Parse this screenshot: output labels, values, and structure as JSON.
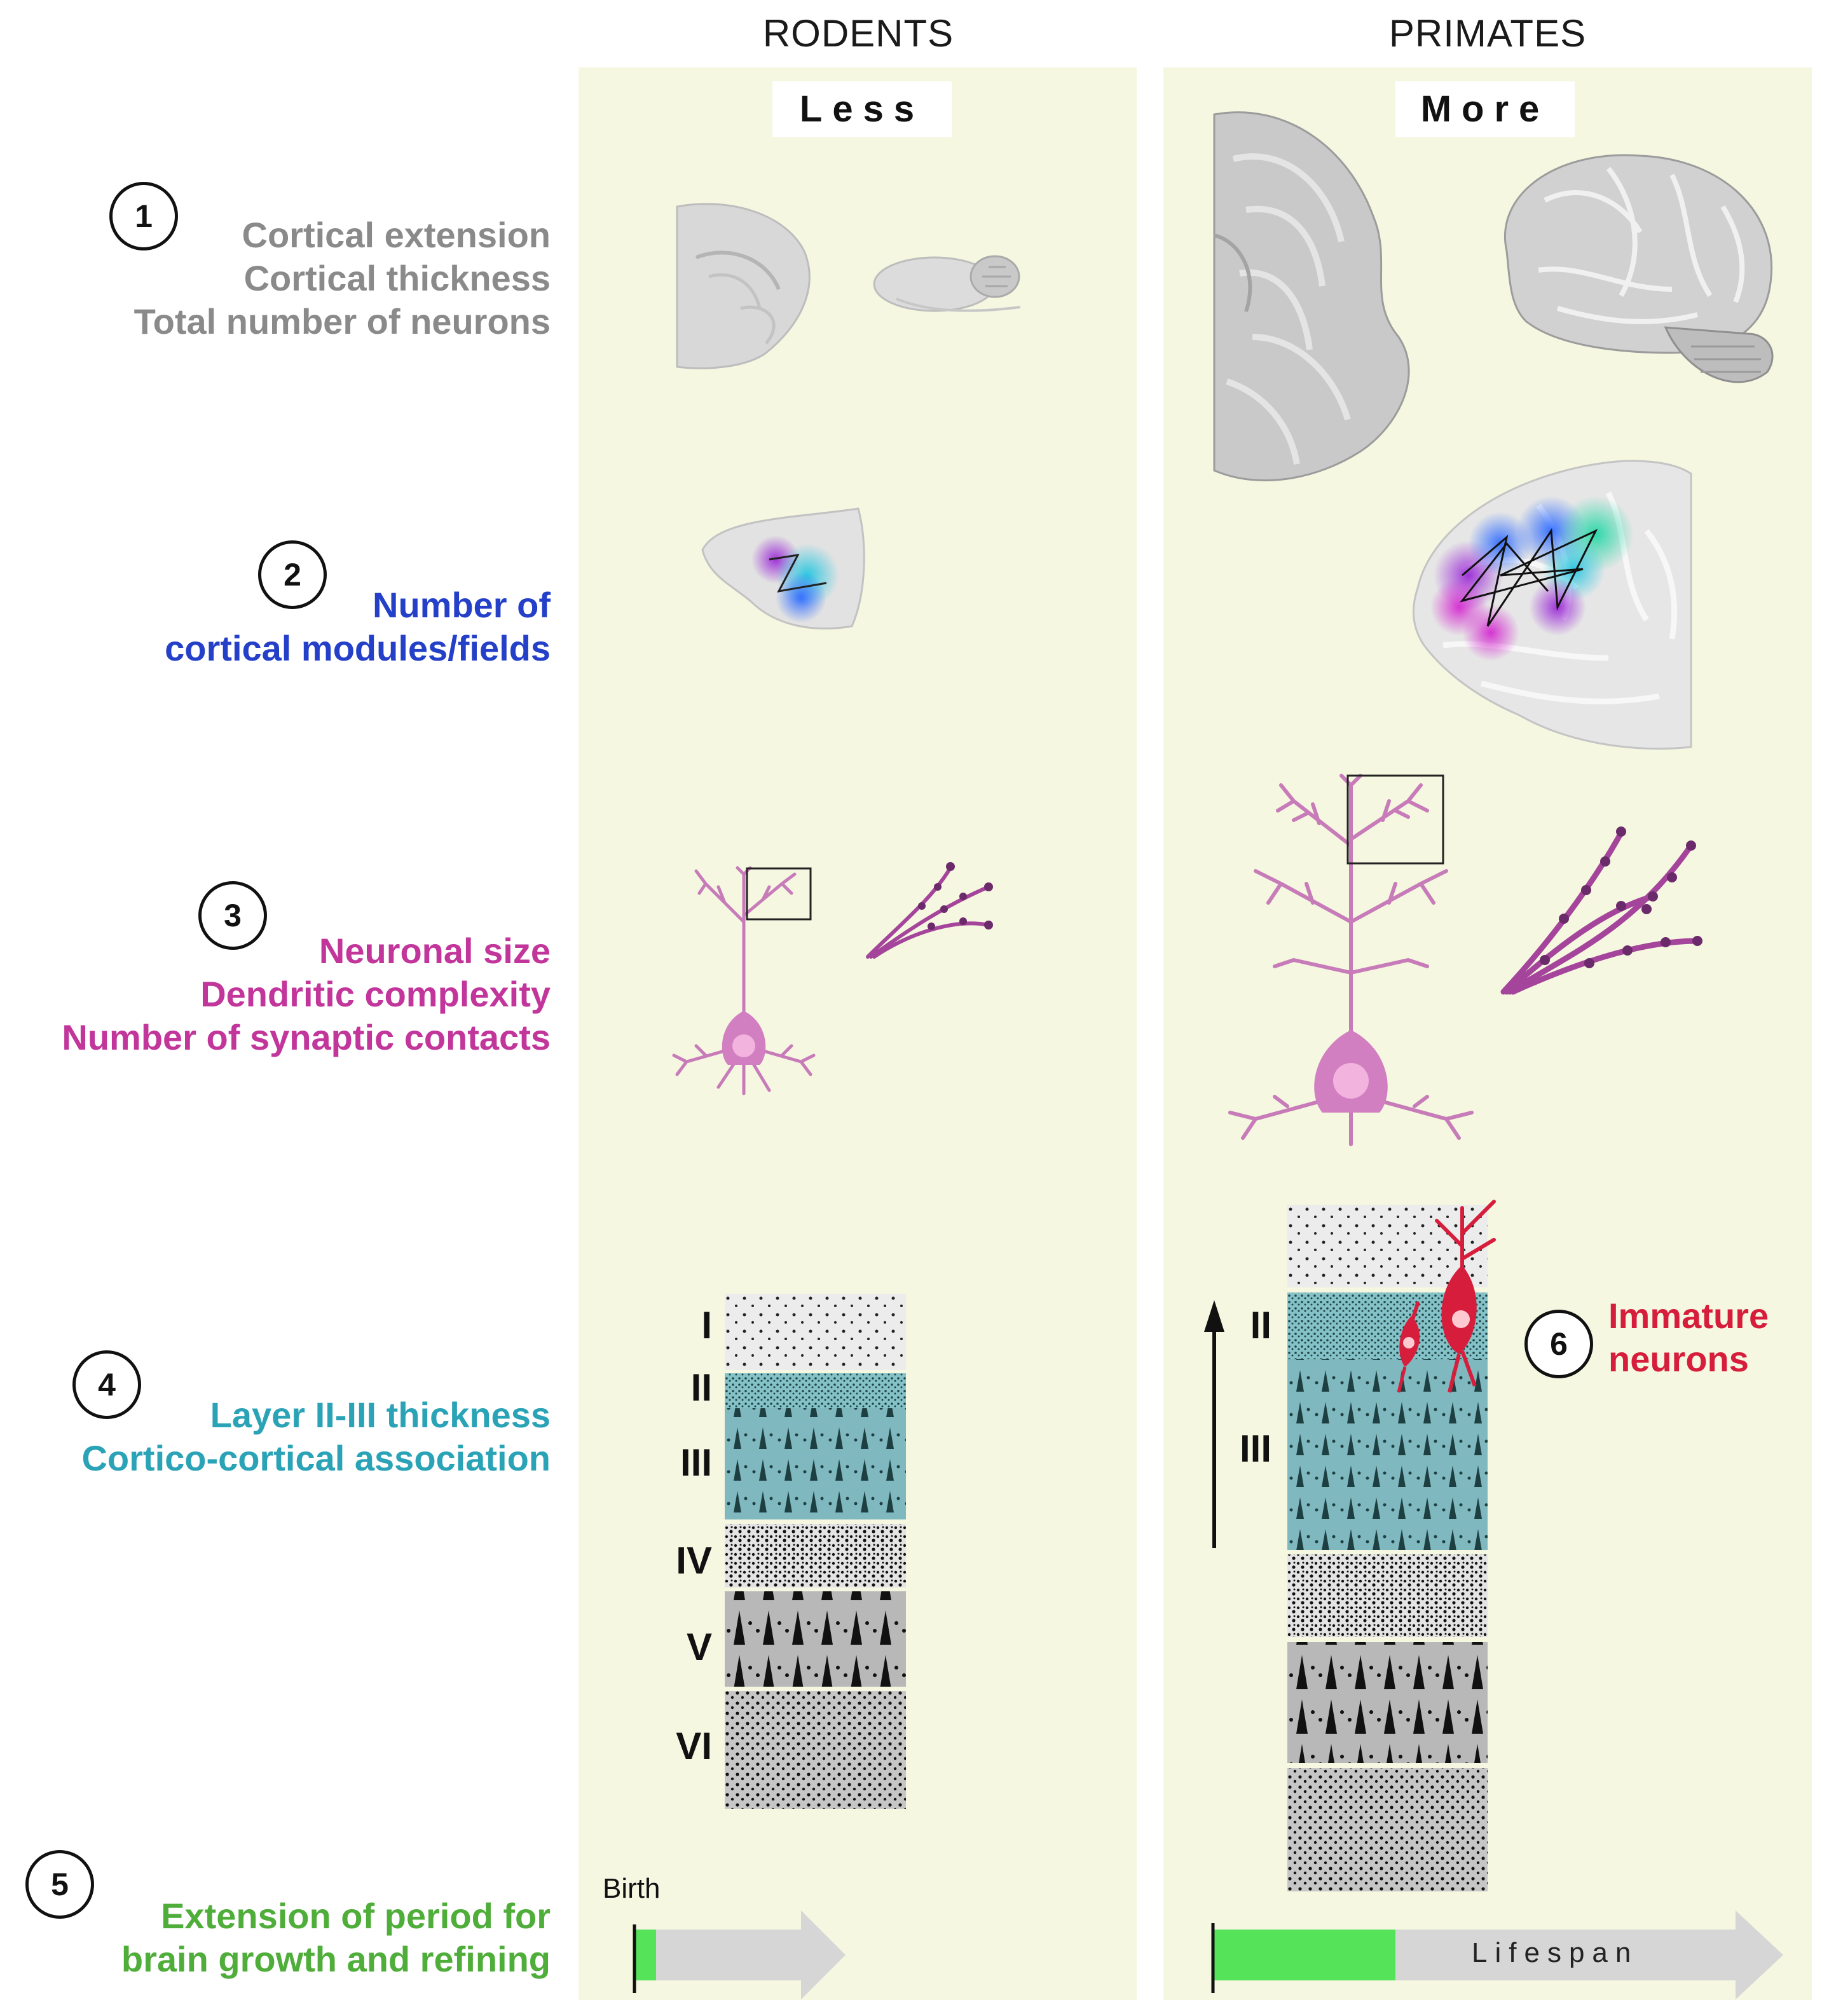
{
  "columns": {
    "rodents": {
      "title": "RODENTS",
      "amount": "Less"
    },
    "primates": {
      "title": "PRIMATES",
      "amount": "More"
    }
  },
  "features": [
    {
      "number": "1",
      "lines": [
        "Cortical extension",
        "Cortical thickness",
        "Total number of neurons"
      ],
      "color": "#8a8a8a"
    },
    {
      "number": "2",
      "lines": [
        "Number of",
        "cortical modules/fields"
      ],
      "color": "#2440c8"
    },
    {
      "number": "3",
      "lines": [
        "Neuronal size",
        "Dendritic complexity",
        "Number of synaptic contacts"
      ],
      "color": "#c2359b"
    },
    {
      "number": "4",
      "lines": [
        "Layer II-III thickness",
        "Cortico-cortical association"
      ],
      "color": "#2aa3b7"
    },
    {
      "number": "5",
      "lines": [
        "Extension of period for",
        "brain growth and refining"
      ],
      "color": "#4fad3a"
    },
    {
      "number": "6",
      "lines": [
        "Immature",
        "neurons"
      ],
      "color": "#d61e3c"
    }
  ],
  "rodent_layers": [
    "I",
    "II",
    "III",
    "IV",
    "V",
    "VI"
  ],
  "primate_layers": [
    "II",
    "III"
  ],
  "timeline": {
    "birth_label": "Birth",
    "lifespan_label": "Lifespan"
  },
  "colors": {
    "panel": "#f5f7e1",
    "neuron": "#c77bb8",
    "layer_teal": "#7fb8be",
    "growth_green": "#55e35a"
  }
}
